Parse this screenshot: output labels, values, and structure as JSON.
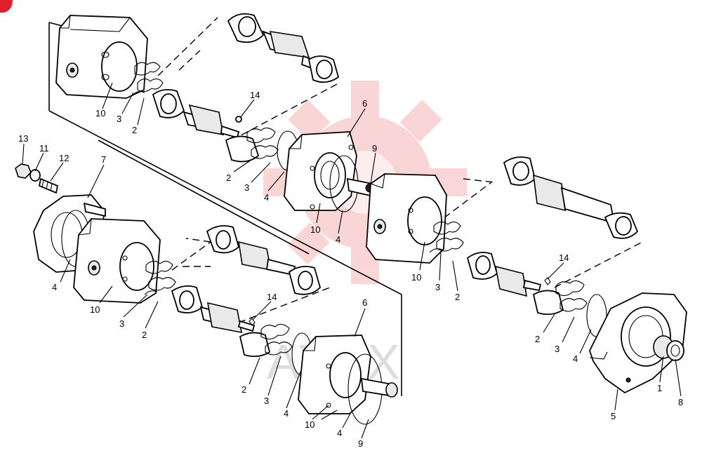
{
  "diagram": {
    "watermark_text": "ATEX",
    "callouts": [
      "13",
      "11",
      "12",
      "7",
      "4",
      "10",
      "3",
      "2",
      "14",
      "6",
      "9",
      "10",
      "4",
      "2",
      "3",
      "4",
      "10",
      "3",
      "2",
      "14",
      "2",
      "3",
      "4",
      "1",
      "8",
      "5",
      "10",
      "3",
      "2",
      "14",
      "6",
      "2",
      "3",
      "4",
      "10",
      "4",
      "9"
    ]
  },
  "colors": {
    "corner_badge": "#e2202a",
    "watermark": "#f08a8a"
  }
}
